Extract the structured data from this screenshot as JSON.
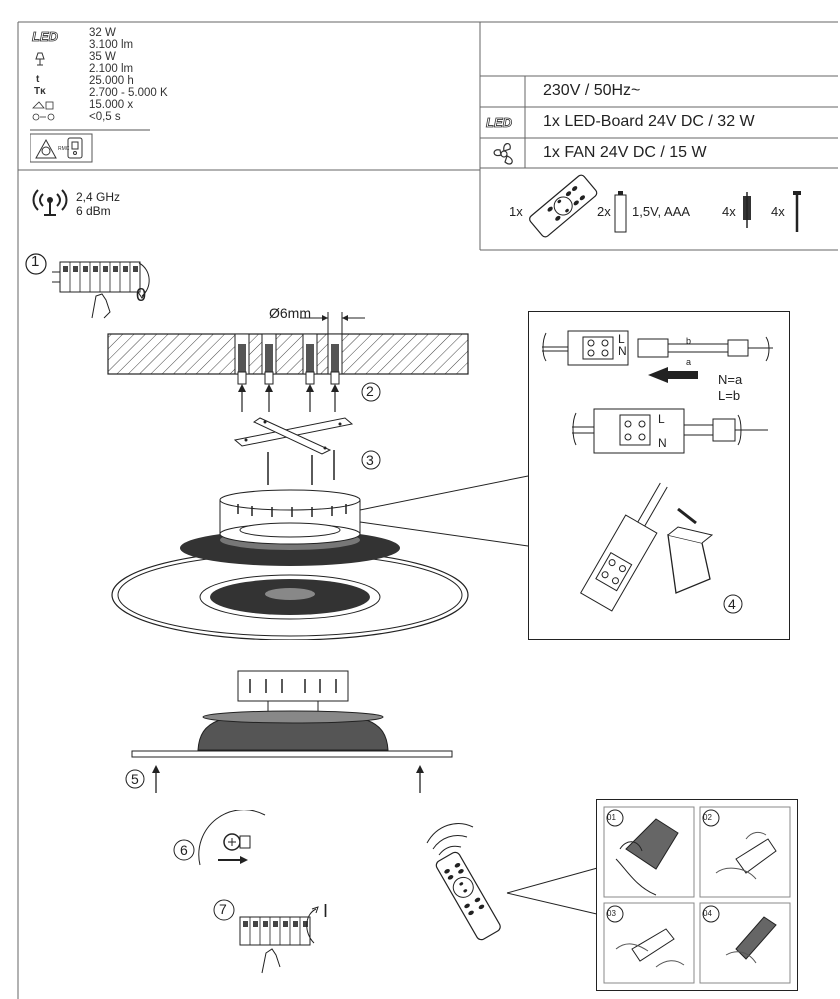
{
  "specs": {
    "led_power": "32 W",
    "led_lumen": "3.100 lm",
    "lamp_power": "35 W",
    "t_lumen": "2.100 lm",
    "lifetime": "25.000 h",
    "color_temp": "2.700 - 5.000 K",
    "switch_cycles": "15.000 x",
    "start_time": "<0,5 s"
  },
  "ratings": [
    {
      "label": "230V / 50Hz~",
      "icon": ""
    },
    {
      "label": "1x LED-Board 24V DC / 32 W",
      "icon": "led-icon"
    },
    {
      "label": "1x FAN 24V DC / 15 W",
      "icon": "fan-icon"
    }
  ],
  "radio": {
    "frequency": "2,4 GHz",
    "power": "6 dBm"
  },
  "contents": {
    "remote_qty": "1x",
    "battery_qty": "2x",
    "battery_spec": "1,5V, AAA",
    "dowel_qty": "4x",
    "screw_qty": "4x"
  },
  "steps": {
    "s1": "1",
    "s1_state": "0",
    "s2": "2",
    "s3": "3",
    "s4": "4",
    "s5": "5",
    "s6": "6",
    "s7": "7",
    "s7_state": "I",
    "drill_size": "Ø6mm"
  },
  "wiring": {
    "n_label": "N=a",
    "l_label": "L=b",
    "a": "a",
    "b": "b",
    "L": "L",
    "N": "N"
  },
  "remote_steps": [
    "01",
    "02",
    "03",
    "04"
  ]
}
